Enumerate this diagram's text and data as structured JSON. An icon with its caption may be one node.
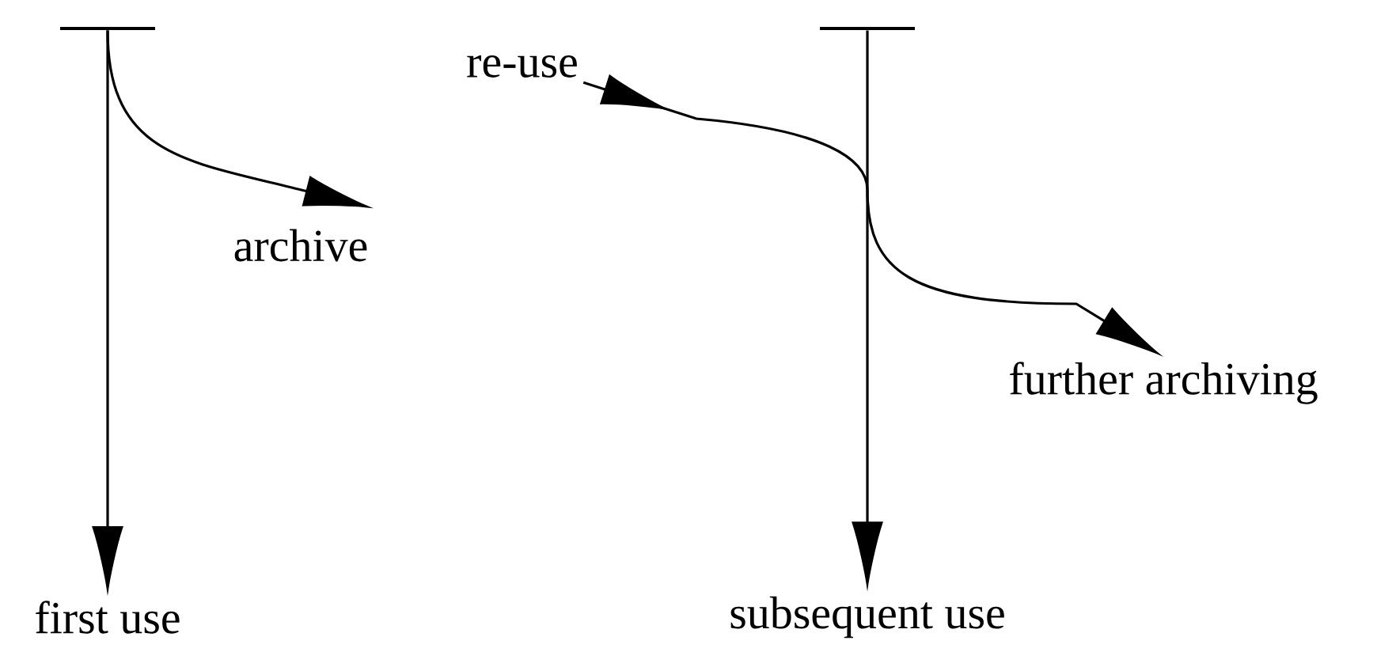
{
  "diagram": {
    "nodes": [
      {
        "text": [],
        "shape": "bar"
      },
      {
        "text": [
          "re-use"
        ]
      },
      {
        "text": [],
        "shape": "bar"
      },
      {
        "text": [
          "archive"
        ]
      },
      {
        "text": [
          "further archiving"
        ]
      },
      {
        "text": [
          "first use"
        ]
      },
      {
        "text": [
          "subsequent use"
        ]
      }
    ],
    "edges": [
      {
        "from": 0,
        "to": 5,
        "arrow": "to"
      },
      {
        "from": 0,
        "to": 3,
        "arrow": "to"
      },
      {
        "from": 2,
        "to": 6,
        "arrow": "to"
      },
      {
        "from": 1,
        "to": 4,
        "arrow": "to"
      }
    ]
  }
}
